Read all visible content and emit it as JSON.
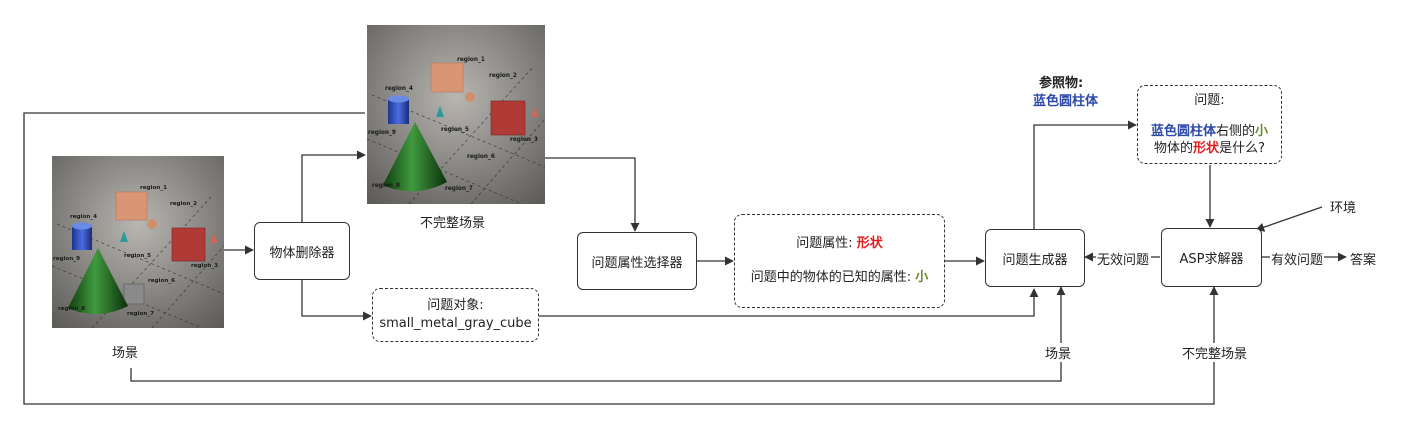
{
  "scene_full": {
    "caption": "场景",
    "regions": [
      "region_1",
      "region_2",
      "region_3",
      "region_4",
      "region_5",
      "region_6",
      "region_7",
      "region_8",
      "region_9"
    ]
  },
  "scene_partial": {
    "caption": "不完整场景",
    "regions": [
      "region_1",
      "region_2",
      "region_3",
      "region_4",
      "region_5",
      "region_6",
      "region_7",
      "region_8",
      "region_9"
    ]
  },
  "nodes": {
    "remover": "物体删除器",
    "attr_selector": "问题属性选择器",
    "question_generator": "问题生成器",
    "asp_solver": "ASP求解器"
  },
  "question_object": {
    "label": "问题对象:",
    "value": "small_metal_gray_cube"
  },
  "attributes": {
    "attr_label": "问题属性:",
    "attr_value": "形状",
    "known_label": "问题中的物体的已知的属性:",
    "known_value": "小"
  },
  "reference": {
    "label": "参照物:",
    "value": "蓝色圆柱体"
  },
  "question": {
    "label": "问题:",
    "part1": "蓝色圆柱体",
    "part2": "右侧的",
    "part3": "小",
    "part4": "物体的",
    "part5": "形状",
    "part6": "是什么?"
  },
  "edges": {
    "invalid": "无效问题",
    "valid": "有效问题",
    "answer": "答案",
    "environment": "环境",
    "scene_to_generator": "场景",
    "partial_to_solver": "不完整场景"
  },
  "colors": {
    "highlight_red": "#e02020",
    "highlight_blue": "#2c4aa8",
    "highlight_olive": "#6b8a2a"
  }
}
